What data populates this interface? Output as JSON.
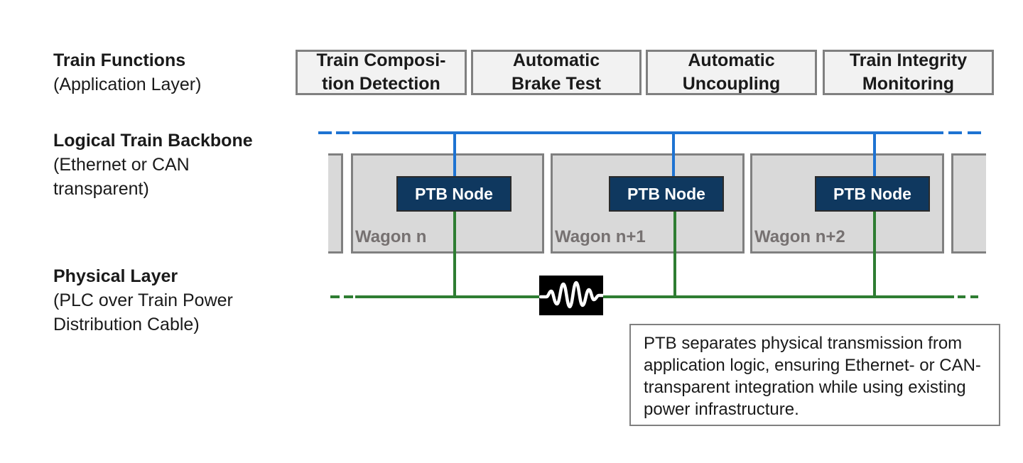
{
  "layers": [
    {
      "title": "Train Functions",
      "subtitle": "(Application Layer)"
    },
    {
      "title": "Logical Train Backbone",
      "subtitle": "(Ethernet or CAN\ntransparent)"
    },
    {
      "title": "Physical Layer",
      "subtitle": "(PLC over Train Power\nDistribution Cable)"
    }
  ],
  "functions": [
    {
      "label": "Train Composi-\ntion Detection"
    },
    {
      "label": "Automatic\nBrake Test"
    },
    {
      "label": "Automatic\nUncoupling"
    },
    {
      "label": "Train Integrity\nMonitoring"
    }
  ],
  "wagons": [
    {
      "label": "Wagon n"
    },
    {
      "label": "Wagon n+1"
    },
    {
      "label": "Wagon n+2"
    }
  ],
  "nodes": [
    {
      "label": "PTB Node"
    },
    {
      "label": "PTB Node"
    },
    {
      "label": "PTB Node"
    }
  ],
  "signal_icon": "sine-wave-icon",
  "note": {
    "text": "PTB separates physical transmission from application logic, ensuring Ethernet- or CAN-transparent integration while using existing power infrastructure."
  },
  "colors": {
    "backbone": "#1e73d2",
    "physical": "#2e7d32",
    "node": "#0f385f",
    "wagon": "#d9d9d9",
    "function_box": "#f2f2f2"
  }
}
